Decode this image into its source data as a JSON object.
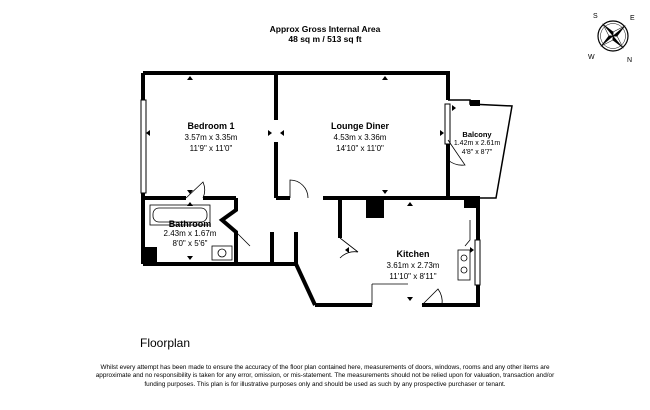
{
  "header": {
    "title": "Approx Gross Internal Area",
    "area": "48 sq m / 513 sq ft"
  },
  "compass": {
    "letters": [
      "S",
      "W",
      "N",
      "E"
    ]
  },
  "rooms": {
    "bedroom": {
      "name": "Bedroom 1",
      "metric": "3.57m x 3.35m",
      "imperial": "11'9\" x 11'0\""
    },
    "lounge": {
      "name": "Lounge Diner",
      "metric": "4.53m x 3.36m",
      "imperial": "14'10\" x 11'0\""
    },
    "balcony": {
      "name": "Balcony",
      "metric": "1.42m x 2.61m",
      "imperial": "4'8\" x 8'7\""
    },
    "bathroom": {
      "name": "Bathroom",
      "metric": "2.43m x 1.67m",
      "imperial": "8'0\" x 5'6\""
    },
    "kitchen": {
      "name": "Kitchen",
      "metric": "3.61m x 2.73m",
      "imperial": "11'10\" x 8'11\""
    }
  },
  "plan_label": "Floorplan",
  "disclaimer": "Whilst every attempt has been made to ensure the accuracy of the floor plan contained here, measurements of doors, windows, rooms and any other items are approximate and no responsibility is taken for any error, omission, or mis-statement. The measurements should not be relied upon for valuation, transaction and/or funding purposes. This plan is for illustrative purposes only and should be used as such by any prospective purchaser or tenant."
}
